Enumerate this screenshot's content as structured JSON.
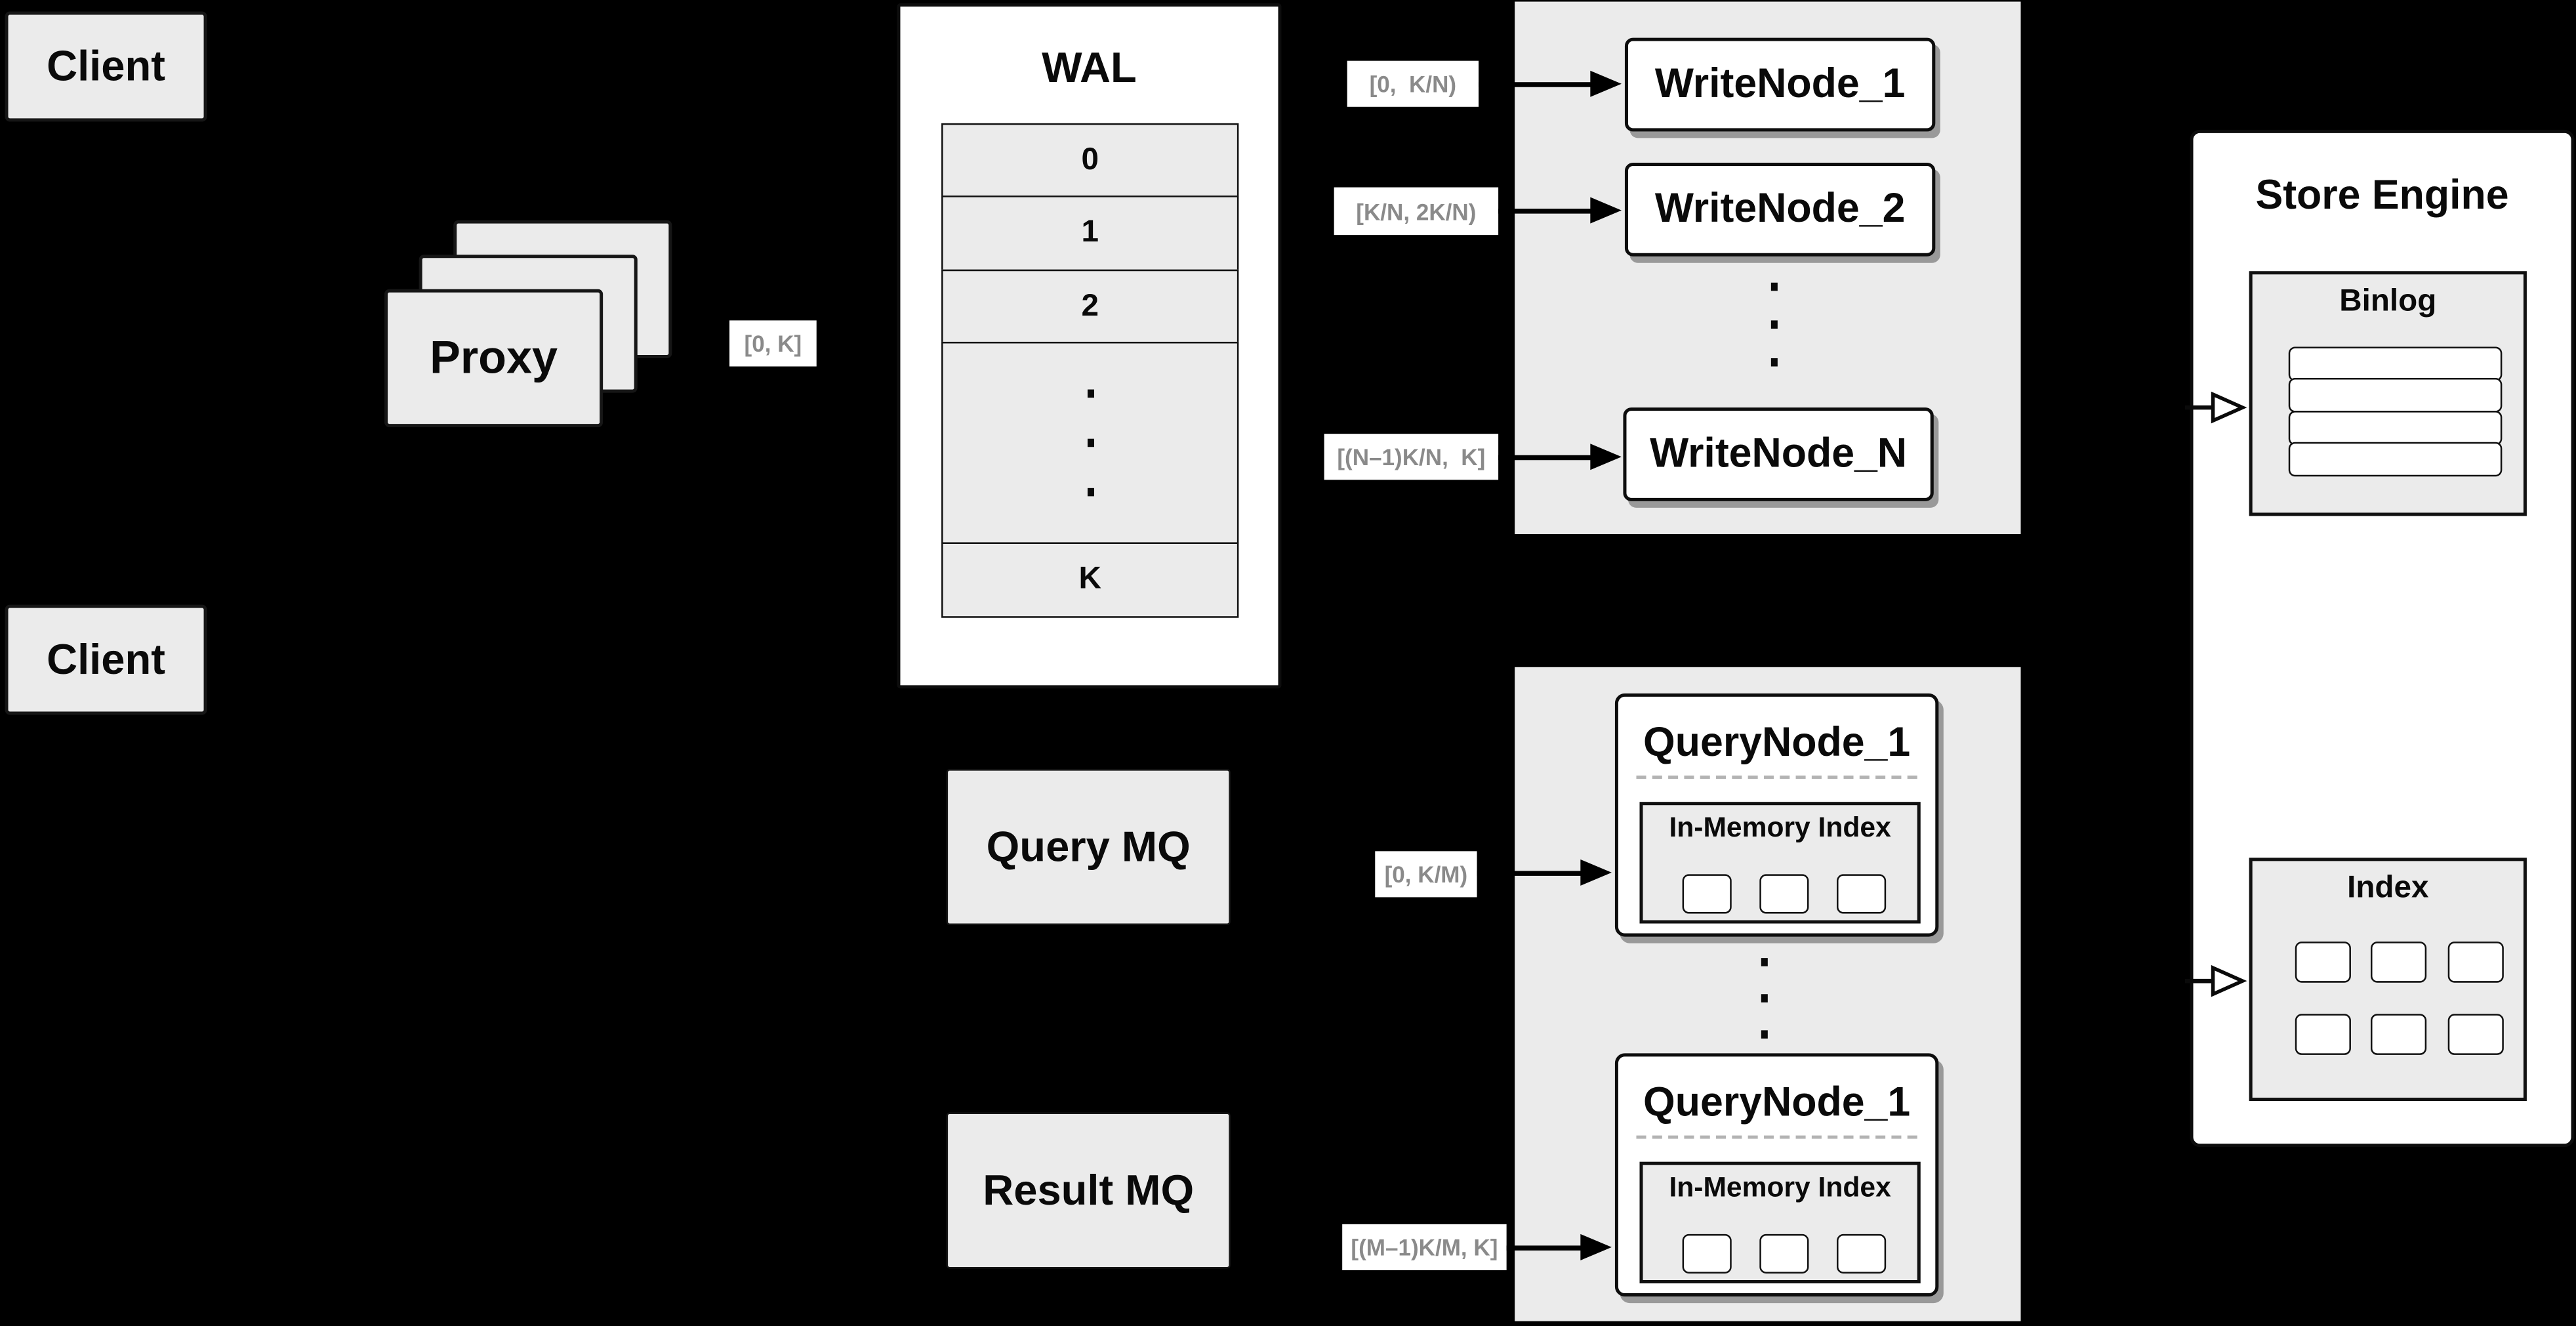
{
  "diagram": {
    "clients": {
      "top": "Client",
      "bottom": "Client"
    },
    "proxy": {
      "label": "Proxy"
    },
    "range_labels": {
      "proxy_to_wal": "[0, K]",
      "write_1": "[0,  K/N)",
      "write_2": "[K/N, 2K/N)",
      "write_n": "[(N–1)K/N,  K]",
      "query_1": "[0, K/M)",
      "query_m": "[(M–1)K/M, K]"
    },
    "wal": {
      "title": "WAL",
      "rows": [
        "0",
        "1",
        "2"
      ],
      "last_row": "K"
    },
    "write_group": {
      "nodes": [
        "WriteNode_1",
        "WriteNode_2",
        "WriteNode_N"
      ]
    },
    "mq": {
      "query": "Query MQ",
      "result": "Result MQ"
    },
    "query_group": {
      "node_top": {
        "title": "QueryNode_1",
        "inner": "In-Memory Index"
      },
      "node_bottom": {
        "title": "QueryNode_1",
        "inner": "In-Memory Index"
      }
    },
    "store": {
      "title": "Store Engine",
      "binlog": "Binlog",
      "index": "Index"
    }
  },
  "icons": {
    "vertical_ellipsis": "⋮",
    "solid_arrow_right": "→",
    "open_arrow_right": "▷"
  },
  "colors": {
    "background": "#000000",
    "panel_gray": "#ebebeb",
    "node_white": "#ffffff",
    "border_dark": "#0d0d0d",
    "label_gray": "#8a8a8a",
    "dash_gray": "#b3b3b3"
  }
}
